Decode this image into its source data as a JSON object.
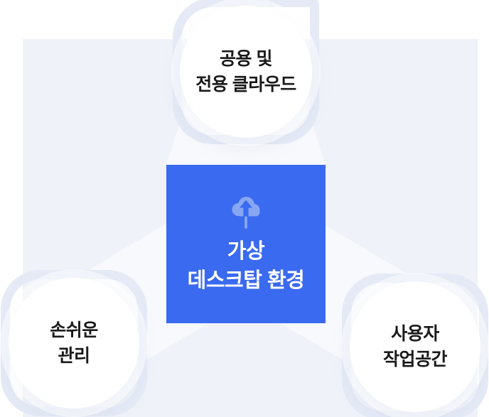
{
  "diagram": {
    "type": "hub-and-spoke",
    "center": {
      "id": "virtual-desktop-environment",
      "icon": "cloud-upload-icon",
      "lines": [
        "가상",
        "데스크탑 환경"
      ],
      "bg_color": "#3a6af0",
      "text_color": "#ffffff",
      "icon_color": "#88a7f3"
    },
    "nodes": [
      {
        "id": "public-private-cloud",
        "position": "top",
        "lines": [
          "공용 및",
          "전용 클라우드"
        ]
      },
      {
        "id": "easy-management",
        "position": "bottom-left",
        "lines": [
          "손쉬운",
          "관리"
        ]
      },
      {
        "id": "user-workspace",
        "position": "bottom-right",
        "lines": [
          "사용자",
          "작업공간"
        ]
      }
    ],
    "colors": {
      "page_bg": "#ffffff",
      "panel_bg": "#eff2f9",
      "frame_outline": "#e5eaf6",
      "node_bg": "#ffffff",
      "node_text": "#1a1a1a",
      "beam": "rgba(255,255,255,0.55)"
    }
  }
}
